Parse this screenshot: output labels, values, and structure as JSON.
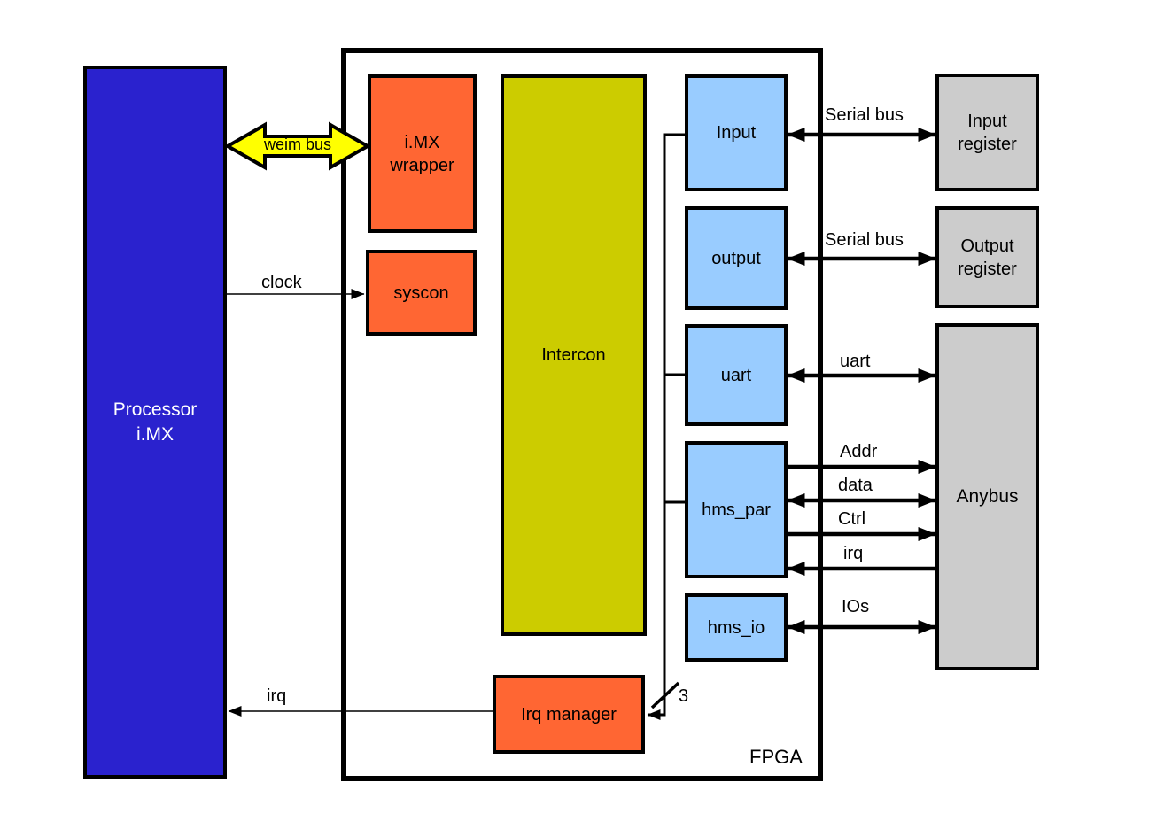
{
  "blocks": {
    "processor": {
      "label": "Processor\ni.MX"
    },
    "imx_wrapper": {
      "label": "i.MX\nwrapper"
    },
    "syscon": {
      "label": "syscon"
    },
    "intercon": {
      "label": "Intercon"
    },
    "input": {
      "label": "Input"
    },
    "output": {
      "label": "output"
    },
    "uart": {
      "label": "uart"
    },
    "hms_par": {
      "label": "hms_par"
    },
    "hms_io": {
      "label": "hms_io"
    },
    "irq_manager": {
      "label": "Irq manager"
    },
    "input_register": {
      "label": "Input\nregister"
    },
    "output_register": {
      "label": "Output\nregister"
    },
    "anybus": {
      "label": "Anybus"
    },
    "fpga": {
      "label": "FPGA"
    }
  },
  "edge_labels": {
    "weim_bus": "weim bus",
    "clock": "clock",
    "irq_processor": "irq",
    "serial_bus_input": "Serial bus",
    "serial_bus_output": "Serial bus",
    "uart": "uart",
    "addr": "Addr",
    "data": "data",
    "ctrl": "Ctrl",
    "irq_anybus": "irq",
    "ios": "IOs",
    "irq_bus_width": "3"
  },
  "colors": {
    "processor_blue": "#2A22CE",
    "module_orange": "#FF6633",
    "intercon_olive": "#CCCC00",
    "peripheral_blue": "#99CCFF",
    "external_gray": "#CCCCCC",
    "bus_yellow": "#FFFF00",
    "line_black": "#000000",
    "processor_text": "#FFFFFF"
  }
}
